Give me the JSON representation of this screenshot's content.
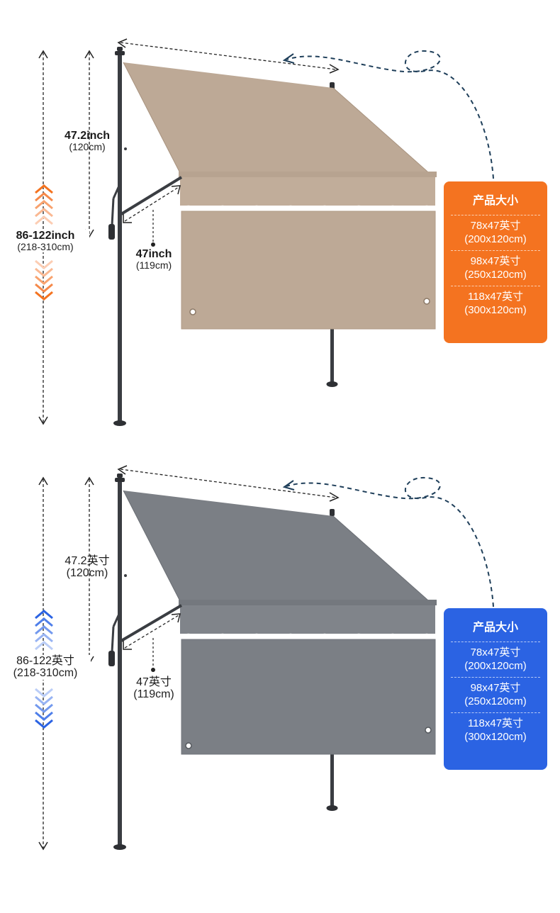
{
  "variants": [
    {
      "colors": {
        "fabric": "#bda996",
        "fabric_dark": "#b09a86",
        "valance": "#c1ad9a",
        "accent": "#f47320",
        "accent_light": "#fbc79f"
      },
      "dim_width_label": {
        "main": "47.2inch",
        "sub": "(120cm)"
      },
      "dim_height_label": {
        "main": "86-122inch",
        "sub": "(218-310cm)"
      },
      "dim_arm_label": {
        "main": "47inch",
        "sub": "(119cm)"
      },
      "card": {
        "title": "产品大小",
        "options": [
          {
            "size": "78x47英寸",
            "metric": "(200x120cm)"
          },
          {
            "size": "98x47英寸",
            "metric": "(250x120cm)"
          },
          {
            "size": "118x47英寸",
            "metric": "(300x120cm)"
          }
        ]
      }
    },
    {
      "colors": {
        "fabric": "#7b7f85",
        "fabric_dark": "#72767c",
        "valance": "#80848a",
        "accent": "#2b63e3",
        "accent_light": "#a9c1f5"
      },
      "dim_width_label": {
        "main": "47.2英寸",
        "sub": "(120cm)"
      },
      "dim_height_label": {
        "main": "86-122英寸",
        "sub": "(218-310cm)"
      },
      "dim_arm_label": {
        "main": "47英寸",
        "sub": "(119cm)"
      },
      "card": {
        "title": "产品大小",
        "options": [
          {
            "size": "78x47英寸",
            "metric": "(200x120cm)"
          },
          {
            "size": "98x47英寸",
            "metric": "(250x120cm)"
          },
          {
            "size": "118x47英寸",
            "metric": "(300x120cm)"
          }
        ]
      }
    }
  ]
}
